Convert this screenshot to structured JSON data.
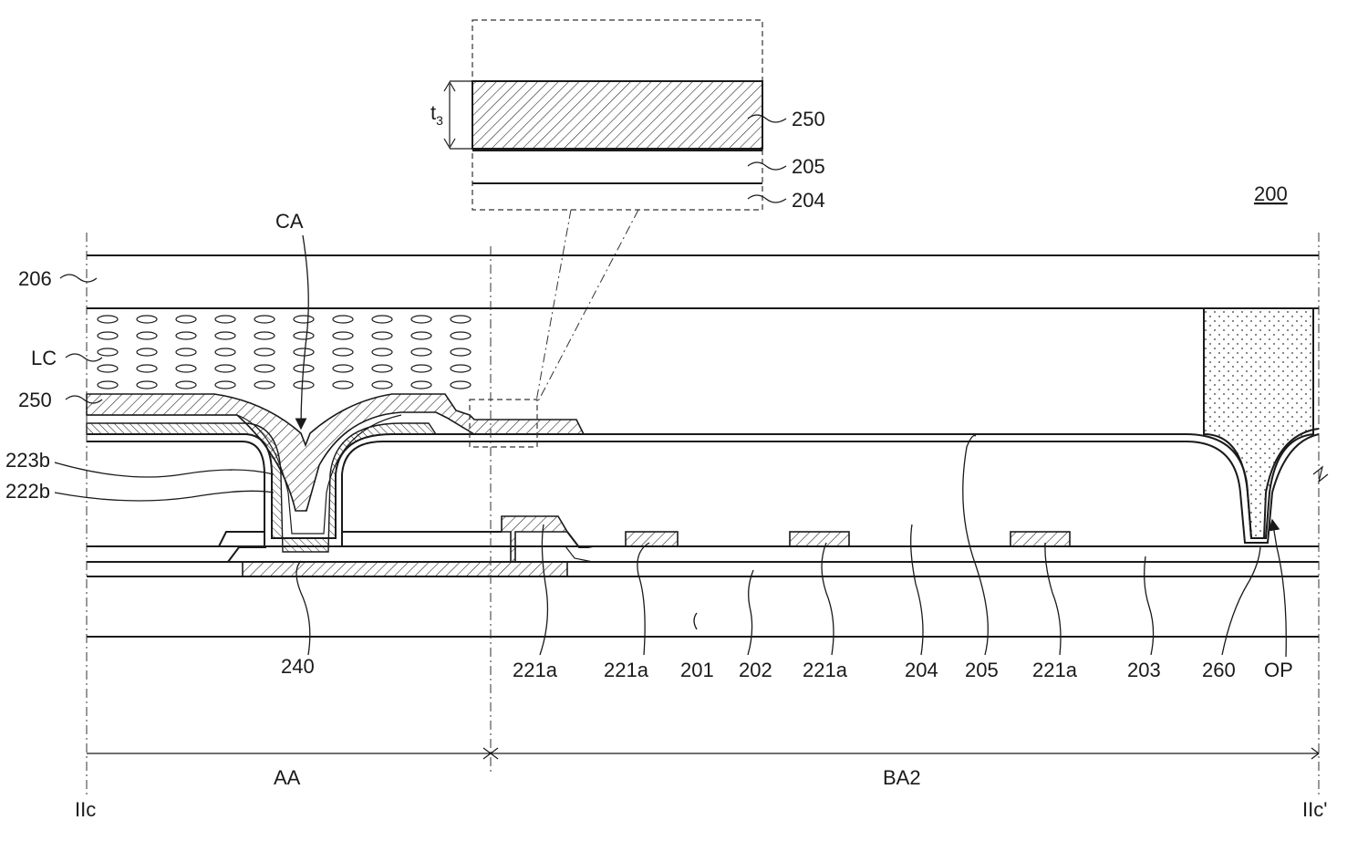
{
  "figure": {
    "ref": "200",
    "inset": {
      "thickness": "t",
      "thickness_sub": "3",
      "labels": [
        "250",
        "205",
        "204"
      ]
    },
    "labels": {
      "ca": "CA",
      "l206": "206",
      "lc": "LC",
      "l250": "250",
      "l223b": "223b",
      "l222b": "222b",
      "l240": "240",
      "l221a_1": "221a",
      "l221a_2": "221a",
      "l201": "201",
      "l202": "202",
      "l221a_3": "221a",
      "l204": "204",
      "l205": "205",
      "l221a_4": "221a",
      "l203": "203",
      "l260": "260",
      "op": "OP"
    },
    "regions": {
      "aa": "AA",
      "ba2": "BA2"
    },
    "section": {
      "left": "IIc",
      "right": "IIc'"
    }
  }
}
